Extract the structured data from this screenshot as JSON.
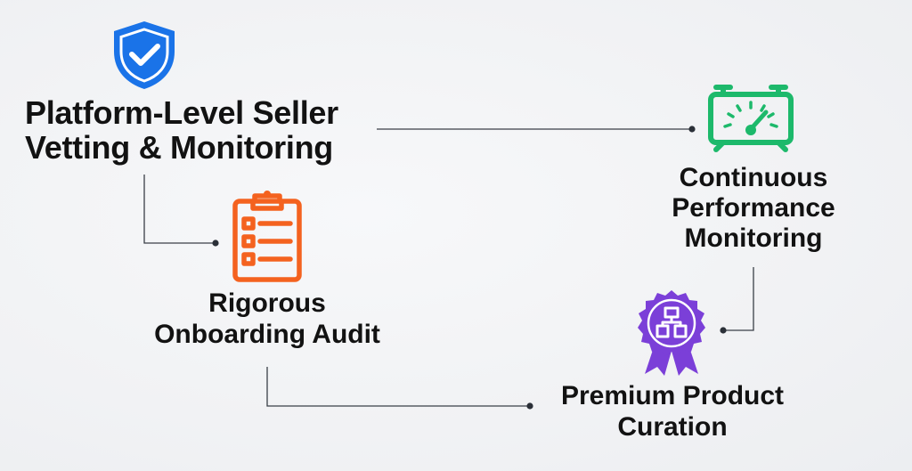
{
  "nodes": {
    "main": {
      "line1": "Platform-Level Seller",
      "line2": "Vetting & Monitoring",
      "icon": "shield-check-icon",
      "color": "#1a73e8"
    },
    "performance": {
      "line1": "Continuous",
      "line2": "Performance",
      "line3": "Monitoring",
      "icon": "gauge-clock-icon",
      "color": "#1db96b"
    },
    "audit": {
      "line1": "Rigorous",
      "line2": "Onboarding Audit",
      "icon": "clipboard-checklist-icon",
      "color": "#f4621f"
    },
    "curation": {
      "line1": "Premium Product",
      "line2": "Curation",
      "icon": "award-badge-icon",
      "color": "#7b3fd8"
    }
  },
  "connector_color": "#333a44"
}
